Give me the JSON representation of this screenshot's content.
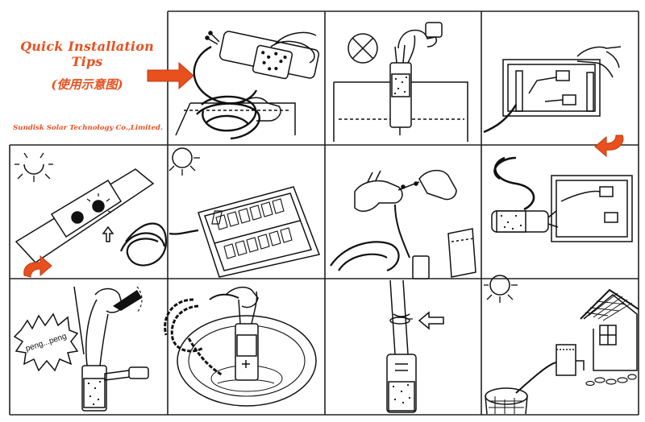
{
  "header": {
    "title_en": "Quick Installation Tips",
    "title_cn": "(使用示意图)",
    "company": "Sundisk Solar Technology Co.,Limited."
  },
  "panels": {
    "p10": {
      "sound_text": "peng...peng"
    }
  },
  "colors": {
    "accent": "#e8501e",
    "line": "#111111",
    "grid": "#222222"
  }
}
